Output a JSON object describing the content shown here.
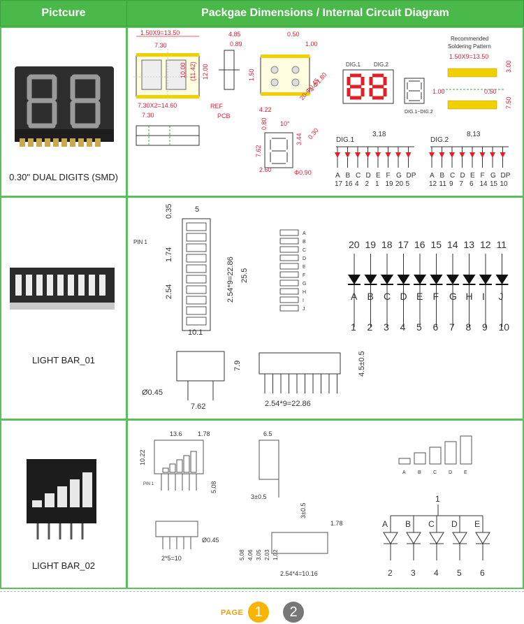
{
  "header": {
    "col1": "Pictcure",
    "col2": "Packgae Dimensions / Internal Circuit Diagram"
  },
  "rows": [
    {
      "caption": "0.30\" DUAL DIGITS (SMD)",
      "dims": {
        "w1": "1.50X9=13.50",
        "w2": "7.30",
        "w3": "7.30X2=14.60",
        "h1": "10.00",
        "h2": "(11.42)",
        "h3": "12.00",
        "side1": "4.85",
        "side2": "0.89",
        "side3": "0.50",
        "side4": "1.00",
        "side5": "1.50",
        "side6": "4-Φ1.80",
        "side7": "20-Φ0.45",
        "ref": "REF",
        "pcb": "PCB",
        "seg1": "4.22",
        "seg2": "0.80",
        "seg3": "7.62",
        "seg4": "3.44",
        "seg5": "0.30",
        "seg6": "2.60",
        "seg7": "Φ0.90",
        "angle": "10°"
      },
      "circuit": {
        "dig1": "DIG.1",
        "dig2": "DIG.2",
        "digs": "DIG.1~DIG.2",
        "rec_title1": "Recommended",
        "rec_title2": "Soldering Pattern",
        "rec1": "1.50X9=13.50",
        "rec2": "3.00",
        "rec3": "7.50",
        "rec4": "1.00",
        "rec5": "0.50",
        "com1": "3,18",
        "com2": "8,13",
        "letters": [
          "A",
          "B",
          "C",
          "D",
          "E",
          "F",
          "G",
          "DP"
        ],
        "pins1": [
          "17",
          "16",
          "4",
          "2",
          "1",
          "19",
          "20",
          "5"
        ],
        "pins2": [
          "12",
          "11",
          "9",
          "7",
          "6",
          "14",
          "15",
          "10"
        ]
      }
    },
    {
      "caption": "LIGHT BAR_01",
      "dims": {
        "top": "0.35",
        "w": "5",
        "pin1": "PIN 1",
        "p1": "1.74",
        "p2": "2.54",
        "p3": "2.54*9=22.86",
        "h": "25.5",
        "bw": "10.1",
        "side_h": "7.9",
        "dia": "Ø0.45",
        "side_w": "7.62",
        "pin_span": "2.54*9=22.86",
        "pin_len": "4.5±0.5"
      },
      "seg_labels": [
        "A",
        "B",
        "C",
        "D",
        "E",
        "F",
        "G",
        "H",
        "I",
        "J"
      ],
      "anodes": [
        "20",
        "19",
        "18",
        "17",
        "16",
        "15",
        "14",
        "13",
        "12",
        "11"
      ],
      "letters": [
        "A",
        "B",
        "C",
        "D",
        "E",
        "F",
        "G",
        "H",
        "I",
        "J"
      ],
      "cathodes": [
        "1",
        "2",
        "3",
        "4",
        "5",
        "6",
        "7",
        "8",
        "9",
        "10"
      ]
    },
    {
      "caption": "LIGHT BAR_02",
      "dims": {
        "w": "13.6",
        "t": "1.78",
        "h": "10.22",
        "pin1": "PIN 1",
        "len": "5.08",
        "sw": "6.5",
        "sh": "3±0.5",
        "sv": "3±0.5",
        "dia": "Ø0.45",
        "span": "2*5=10",
        "s1": "5.08",
        "s2": "4.06",
        "s3": "3.05",
        "s4": "2.03",
        "s5": "1.02",
        "span2": "2.54*4=10.16",
        "t2": "1.78"
      },
      "bar_labels": [
        "A",
        "B",
        "C",
        "D",
        "E"
      ],
      "common": "1",
      "letters": [
        "A",
        "B",
        "C",
        "D",
        "E"
      ],
      "pins": [
        "2",
        "3",
        "4",
        "5",
        "6"
      ]
    }
  ],
  "pager": {
    "label": "PAGE",
    "p1": "1",
    "p2": "2"
  }
}
